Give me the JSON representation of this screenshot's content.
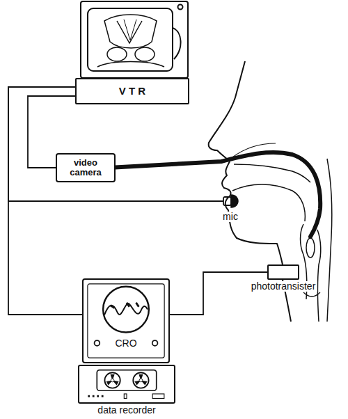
{
  "diagram": {
    "nodes": [
      {
        "text": [
          "V T R"
        ]
      },
      {
        "text": [
          "video camera"
        ]
      },
      {
        "text": [
          "mic"
        ]
      },
      {
        "text": [
          "phototransister"
        ]
      },
      {
        "text": [
          "CRO"
        ]
      },
      {
        "text": [
          "data recorder"
        ]
      }
    ],
    "edges": [
      {
        "from": 0,
        "to": 1,
        "arrow": "none"
      },
      {
        "from": 0,
        "to": 4,
        "arrow": "none"
      },
      {
        "from": 2,
        "to": 0,
        "arrow": "none"
      },
      {
        "from": 4,
        "to": 3,
        "arrow": "none"
      }
    ]
  }
}
